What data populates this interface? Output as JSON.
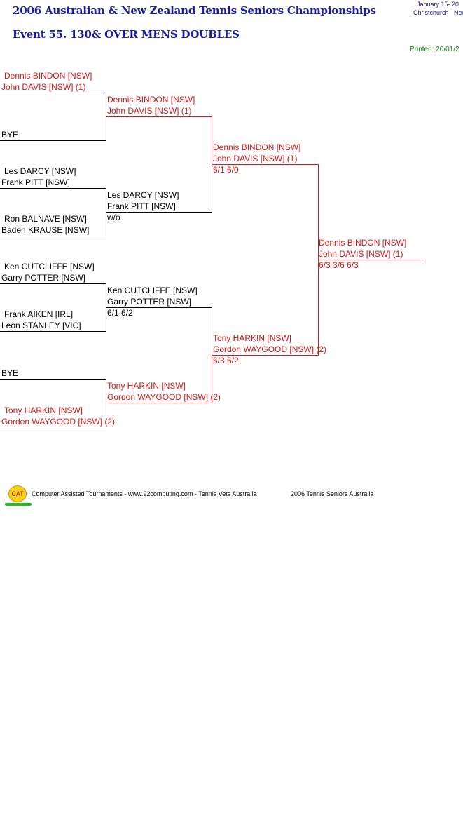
{
  "header": {
    "title": "2006 Australian & New Zealand Tennis Seniors Championships",
    "event": "Event 55. 130& OVER MENS DOUBLES",
    "dates": "January  15- 20",
    "venue_a": "Christchurch",
    "venue_b": "New",
    "printed": "Printed: 20/01/2"
  },
  "round1": [
    {
      "p1": "Dennis BINDON [NSW]",
      "p2": "John DAVIS [NSW] (1)"
    },
    {
      "p1": "BYE",
      "p2": ""
    },
    {
      "p1": "Les DARCY [NSW]",
      "p2": "Frank PITT [NSW]"
    },
    {
      "p1": "Ron BALNAVE [NSW]",
      "p2": "Baden KRAUSE [NSW]"
    },
    {
      "p1": "Ken CUTCLIFFE [NSW]",
      "p2": "Garry POTTER [NSW]"
    },
    {
      "p1": "Frank AIKEN [IRL]",
      "p2": "Leon STANLEY [VIC]"
    },
    {
      "p1": "BYE",
      "p2": ""
    },
    {
      "p1": "Tony HARKIN [NSW]",
      "p2": "Gordon WAYGOOD [NSW] (2)"
    }
  ],
  "round2": [
    {
      "p1": "Dennis BINDON [NSW]",
      "p2": "John DAVIS [NSW] (1)",
      "score": ""
    },
    {
      "p1": "Les DARCY [NSW]",
      "p2": "Frank PITT [NSW]",
      "score": "w/o"
    },
    {
      "p1": "Ken CUTCLIFFE [NSW]",
      "p2": "Garry POTTER [NSW]",
      "score": "6/1 6/2"
    },
    {
      "p1": "Tony HARKIN [NSW]",
      "p2": "Gordon WAYGOOD [NSW] (2)",
      "score": ""
    }
  ],
  "semis": [
    {
      "p1": "Dennis BINDON [NSW]",
      "p2": "John DAVIS [NSW] (1)",
      "score": "6/1 6/0"
    },
    {
      "p1": "Tony HARKIN [NSW]",
      "p2": "Gordon WAYGOOD [NSW] (2)",
      "score": "6/3 6/2"
    }
  ],
  "final": {
    "p1": "Dennis BINDON [NSW]",
    "p2": "John DAVIS [NSW] (1)",
    "score": "6/3 3/6 6/3"
  },
  "footer": {
    "logo_text": "CAT",
    "text_a": "Computer Assisted Tournaments - www.92computing.com -  Tennis Vets Australia",
    "text_b": "2006 Tennis Seniors Australia"
  },
  "colors": {
    "title": "#1a1aa8",
    "winner": "#cc1a1a",
    "printed": "#1a7a1a"
  }
}
